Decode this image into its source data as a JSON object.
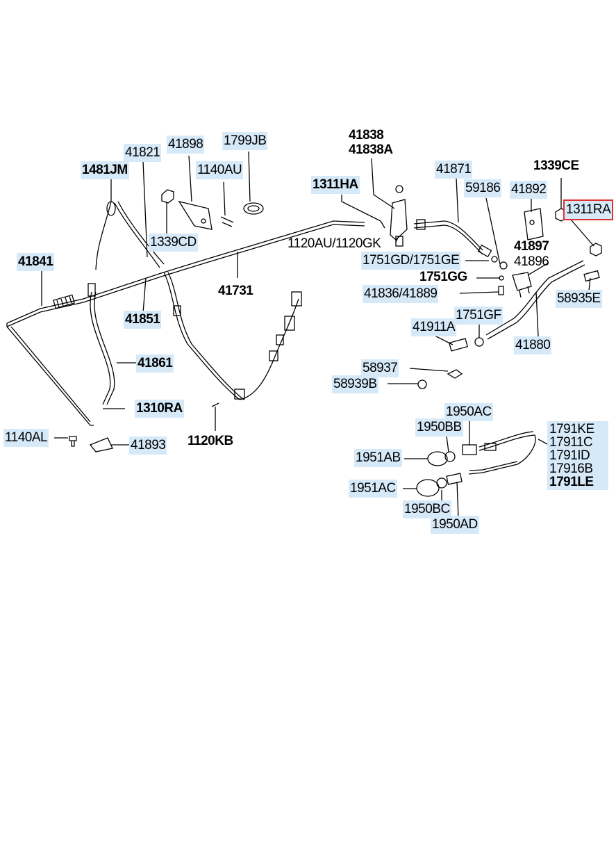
{
  "labels": {
    "l41898": "41898",
    "l1799JB": "1799JB",
    "l41821": "41821",
    "l1140AU": "1140AU",
    "l1481JM": "1481JM",
    "l1339CD": "1339CD",
    "l41841": "41841",
    "l41731": "41731",
    "l41851": "41851",
    "l41861": "41861",
    "l1310RA": "1310RA",
    "l1140AL": "1140AL",
    "l41893": "41893",
    "l1120KB": "1120KB",
    "l41838": "41838",
    "l41838A": "41838A",
    "l1311HA": "1311HA",
    "l1120AU_GK": "1120AU/1120GK",
    "l41871": "41871",
    "l59186": "59186",
    "l41892": "41892",
    "l1339CE": "1339CE",
    "l1311RA": "1311RA",
    "l1751GD_GE": "1751GD/1751GE",
    "l41897": "41897",
    "l41896": "41896",
    "l1751GG": "1751GG",
    "l41836_41889": "41836/41889",
    "l58935E": "58935E",
    "l1751GF": "1751GF",
    "l41911A": "41911A",
    "l41880": "41880",
    "l58937": "58937",
    "l58939B": "58939B",
    "l1950AC": "1950AC",
    "l1950BB": "1950BB",
    "l1951AB": "1951AB",
    "l1951AC": "1951AC",
    "l1950BC": "1950BC",
    "l1950AD": "1950AD",
    "stack": [
      "1791KE",
      "17911C",
      "1791ID",
      "17916B",
      "1791LE"
    ]
  }
}
